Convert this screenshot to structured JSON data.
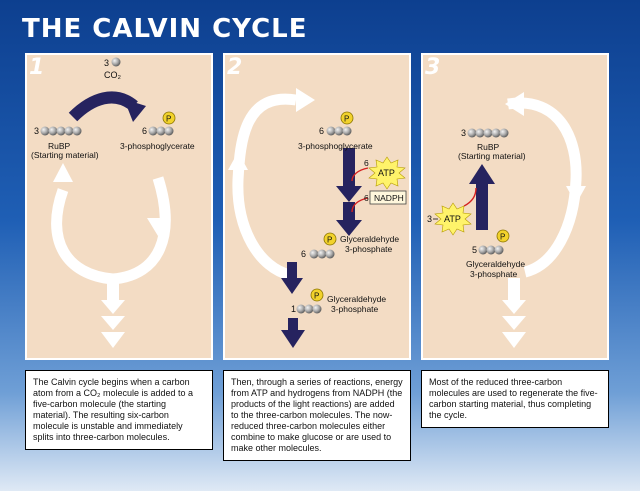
{
  "title": "THE CALVIN CYCLE",
  "colors": {
    "arrow_dark": "#26235f",
    "phosphate": "#f2d22c",
    "atp": "#fff36a",
    "panel": "#f3dcc4",
    "red_arrow": "#d42121"
  },
  "panels": [
    {
      "number": "1",
      "labels": {
        "co2_count": "3",
        "co2": "CO₂",
        "rubp_count": "3",
        "rubp": "RuBP",
        "rubp_sub": "(Starting material)",
        "pga_count": "6",
        "pga": "3-phosphoglycerate",
        "p": "P"
      },
      "caption": "The Calvin cycle begins when a carbon atom from a CO₂ molecule is added to a five-carbon molecule (the starting material). The resulting six-carbon molecule is unstable and immediately splits into three-carbon molecules."
    },
    {
      "number": "2",
      "labels": {
        "pga_count": "6",
        "pga": "3-phosphoglycerate",
        "atp_count": "6",
        "atp": "ATP",
        "nadph_count": "6",
        "nadph": "NADPH",
        "g3p_count": "6",
        "g3p_line1": "Glyceraldehyde",
        "g3p_line2": "3-phosphate",
        "out_count": "1",
        "out_line1": "Glyceraldehyde",
        "out_line2": "3-phosphate",
        "p": "P"
      },
      "caption": "Then, through a series of reactions, energy from ATP and hydrogens from NADPH (the products of the light reactions) are added to the three-carbon molecules. The now-reduced three-carbon molecules either combine to make glucose or are used to make other molecules."
    },
    {
      "number": "3",
      "labels": {
        "rubp_count": "3",
        "rubp": "RuBP",
        "rubp_sub": "(Starting material)",
        "atp_count": "3",
        "atp": "ATP",
        "g3p_count": "5",
        "g3p_line1": "Glyceraldehyde",
        "g3p_line2": "3-phosphate",
        "p": "P"
      },
      "caption": "Most of the reduced three-carbon molecules are used to regenerate the five-carbon starting material, thus completing the cycle."
    }
  ]
}
